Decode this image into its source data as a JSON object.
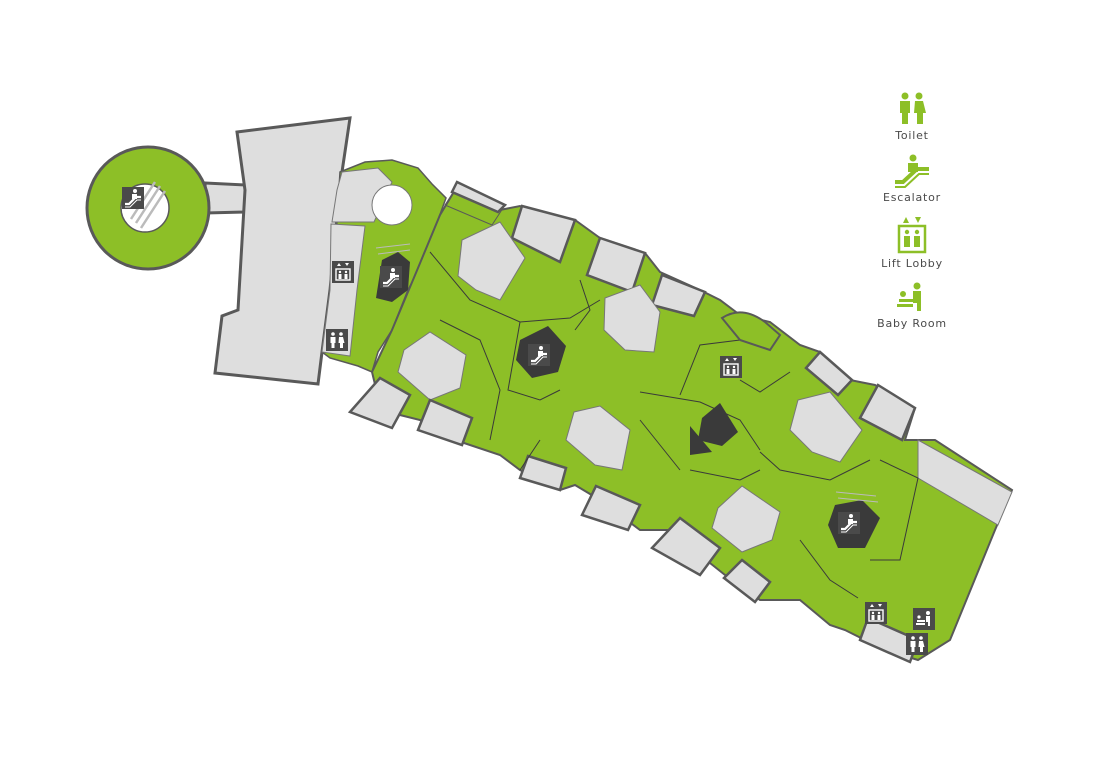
{
  "map": {
    "colors": {
      "shop": "#8dbf27",
      "service_area": "#dedede",
      "void": "#3a3a3a",
      "outline": "#595959",
      "marker_bg": "#4a4a4a",
      "marker_symbol": "#ffffff",
      "legend_icon": "#8dbf27"
    },
    "markers": [
      {
        "type": "escalator",
        "icon": "escalator-icon",
        "location": "round-atrium"
      },
      {
        "type": "escalator",
        "icon": "escalator-icon",
        "location": "west-void"
      },
      {
        "type": "escalator",
        "icon": "escalator-icon",
        "location": "center-void"
      },
      {
        "type": "escalator",
        "icon": "escalator-icon",
        "location": "east-void"
      },
      {
        "type": "lift",
        "icon": "lift-icon",
        "location": "west-block-upper"
      },
      {
        "type": "toilet",
        "icon": "toilet-icon",
        "location": "west-block-lower"
      },
      {
        "type": "lift",
        "icon": "lift-icon",
        "location": "middle"
      },
      {
        "type": "lift",
        "icon": "lift-icon",
        "location": "southeast-core"
      },
      {
        "type": "baby_room",
        "icon": "baby-room-icon",
        "location": "southeast-core"
      },
      {
        "type": "toilet",
        "icon": "toilet-icon",
        "location": "southeast-core"
      }
    ]
  },
  "legend": {
    "toilet": {
      "label": "Toilet",
      "icon": "toilet-icon"
    },
    "escalator": {
      "label": "Escalator",
      "icon": "escalator-icon"
    },
    "lift": {
      "label": "Lift Lobby",
      "icon": "lift-icon"
    },
    "baby_room": {
      "label": "Baby Room",
      "icon": "baby-room-icon"
    }
  }
}
